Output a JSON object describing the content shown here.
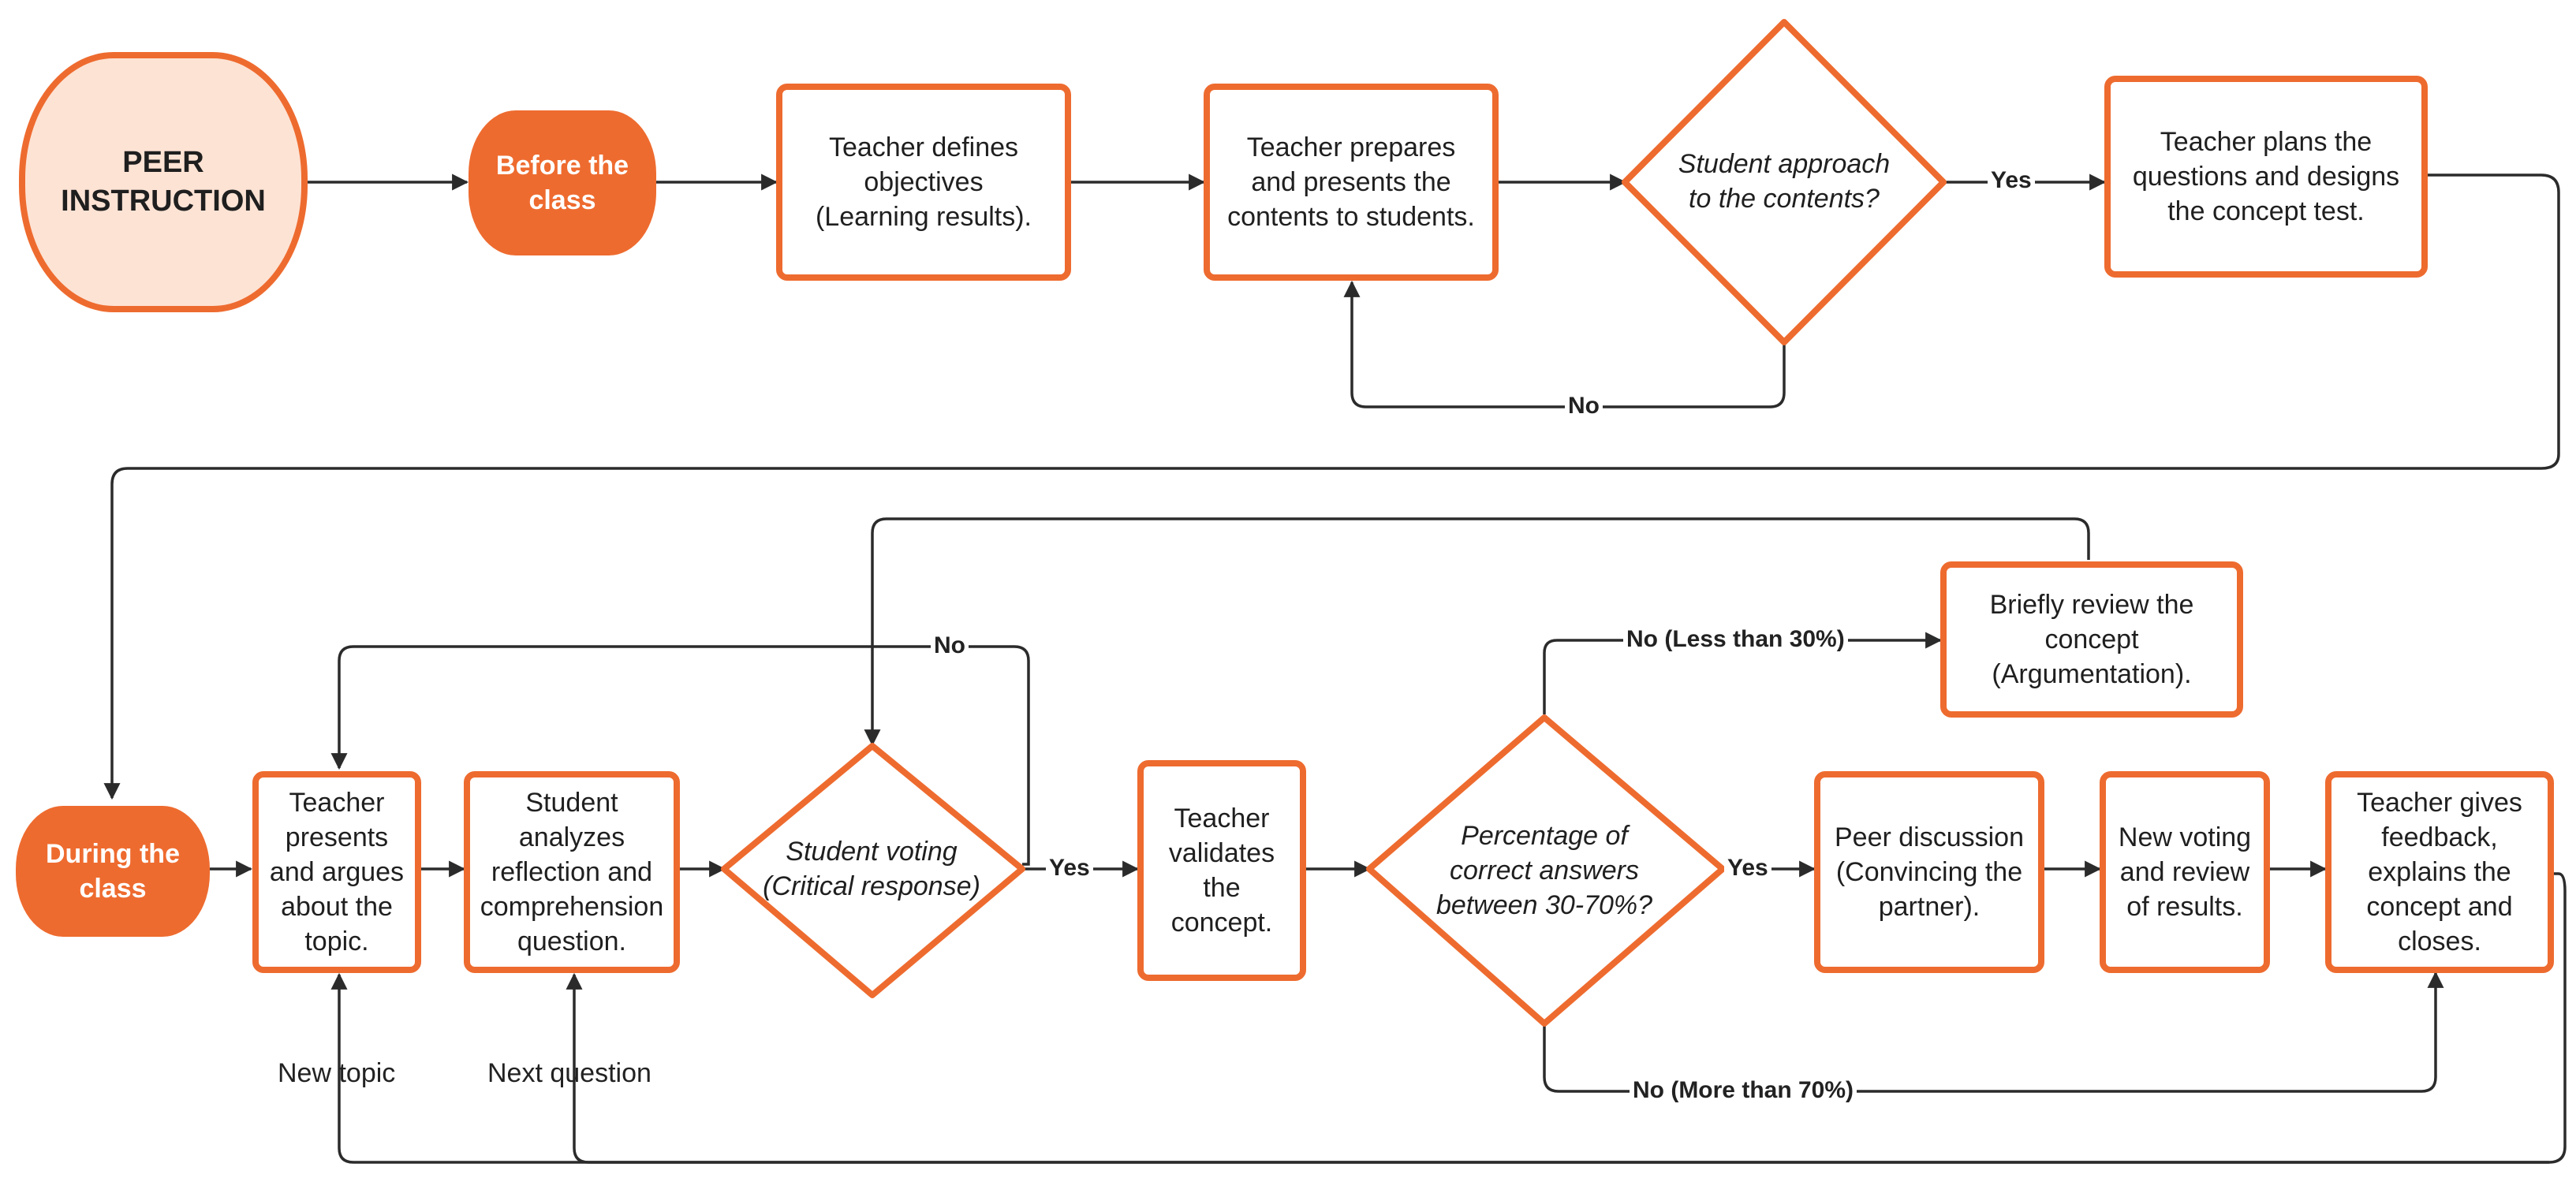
{
  "colors": {
    "accent": "#ee6b2f",
    "accent_light": "#fde3d4",
    "line": "#2b2b2b",
    "text": "#1f1f1f"
  },
  "nodes": {
    "peer_instruction": "PEER\nINSTRUCTION",
    "before_class": "Before the\nclass",
    "define_objectives": "Teacher defines\nobjectives\n(Learning results).",
    "prepare_contents": "Teacher prepares\nand presents the\ncontents to students.",
    "student_approach": "Student approach\nto the contents?",
    "plan_questions": "Teacher plans the\nquestions and designs\nthe concept test.",
    "during_class": "During the\nclass",
    "presents_argues": "Teacher\npresents\nand argues\nabout the\ntopic.",
    "student_analyzes": "Student\nanalyzes\nreflection and\ncomprehension\nquestion.",
    "student_voting": "Student voting\n(Critical response)",
    "validates": "Teacher\nvalidates\nthe\nconcept.",
    "percentage": "Percentage of\ncorrect answers\nbetween 30-70%?",
    "briefly_review": "Briefly review the\nconcept\n(Argumentation).",
    "peer_discussion": "Peer discussion\n(Convincing the\npartner).",
    "new_voting": "New voting\nand review\nof results.",
    "feedback": "Teacher gives\nfeedback,\nexplains the\nconcept and\ncloses."
  },
  "edge_labels": {
    "approach_yes": "Yes",
    "approach_no": "No",
    "voting_no": "No",
    "voting_yes": "Yes",
    "pct_yes": "Yes",
    "pct_less": "No (Less than 30%)",
    "pct_more": "No (More than 70%)",
    "new_topic": "New topic",
    "next_question": "Next question"
  }
}
